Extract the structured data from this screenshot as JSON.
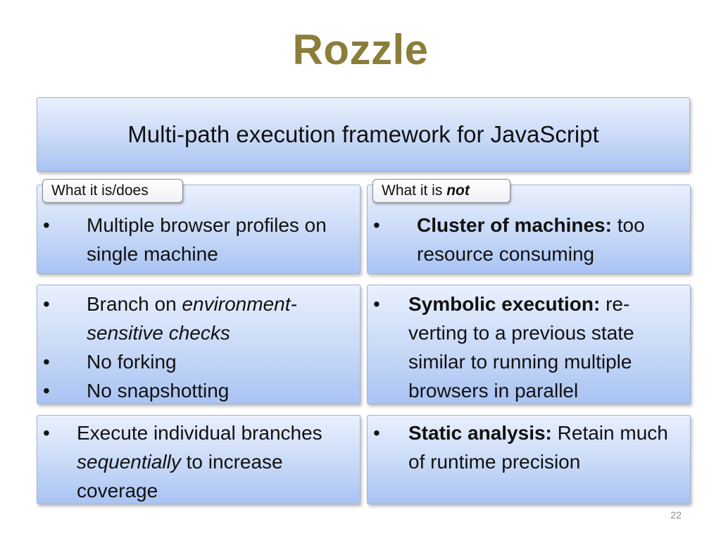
{
  "slide": {
    "title": "Rozzle",
    "banner": "Multi-path execution framework for JavaScript",
    "page_number": "22"
  },
  "left": {
    "tab_label": "What it is/does",
    "row1": {
      "bullet": "•",
      "text": "Multiple browser profiles on single machine"
    },
    "row2": {
      "items": [
        {
          "bullet": "•",
          "text_plain": "Branch on ",
          "text_italic": "environment-sensitive checks"
        },
        {
          "bullet": "•",
          "text": "No forking"
        },
        {
          "bullet": "•",
          "text": "No snapshotting"
        }
      ]
    },
    "row3": {
      "bullet": "•",
      "text_pre": "Execute individual branches ",
      "text_italic": "sequentially",
      "text_post": " to increase coverage"
    }
  },
  "right": {
    "tab_label_plain": "What it is ",
    "tab_label_emph": "not",
    "row1": {
      "bullet": "•",
      "bold": "Cluster of machines:",
      "text": " too resource consuming"
    },
    "row2": {
      "bullet": "•",
      "bold": "Symbolic execution:",
      "text": " re-verting to a previous state similar to running multiple browsers in parallel"
    },
    "row3": {
      "bullet": "•",
      "bold": "Static analysis:",
      "text": " Retain much of runtime precision"
    }
  }
}
